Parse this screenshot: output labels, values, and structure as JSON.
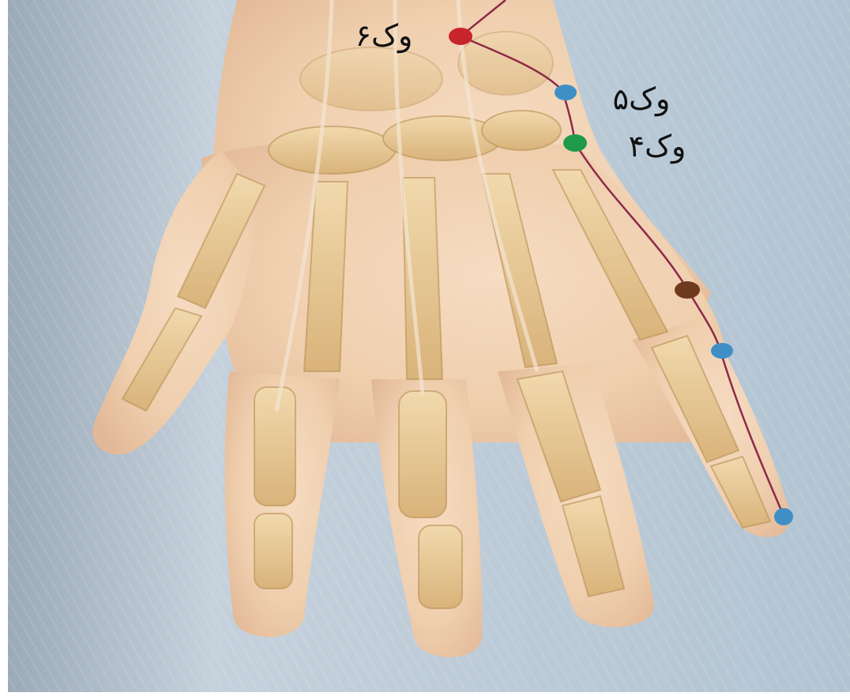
{
  "labels": {
    "point_6": "وک۶",
    "point_5": "وک۵",
    "point_4": "وک۴"
  },
  "points": [
    {
      "id": "point-6",
      "color": "#c8242c"
    },
    {
      "id": "point-5",
      "color": "#3f8fc6"
    },
    {
      "id": "point-4",
      "color": "#1f9a4a"
    },
    {
      "id": "point-brown",
      "color": "#6e3a1c"
    },
    {
      "id": "point-blue-2",
      "color": "#3f8fc6"
    },
    {
      "id": "point-blue-3",
      "color": "#3f8fc6"
    }
  ],
  "colors": {
    "meridian": "#8e2a4a",
    "background": "#b3c3d1",
    "skin": "#efd1b2",
    "bone": "#e6c58b"
  }
}
